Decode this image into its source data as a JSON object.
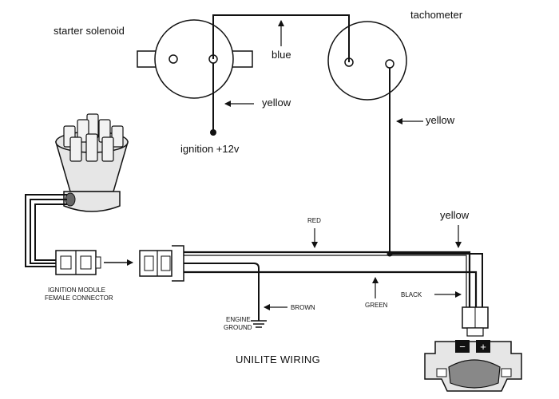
{
  "title": "UNILITE WIRING",
  "colors": {
    "ink": "#111111",
    "background": "#ffffff",
    "component_fill": "#e6e6e6"
  },
  "components": {
    "starter_solenoid": {
      "label": "starter solenoid"
    },
    "tachometer": {
      "label": "tachometer"
    },
    "ignition_source": {
      "label": "ignition +12v"
    },
    "ignition_module_connector": {
      "label_line1": "IGNITION MODULE",
      "label_line2": "FEMALE CONNECTOR"
    },
    "engine_ground": {
      "label_line1": "ENGINE",
      "label_line2": "GROUND"
    },
    "distributor_cap": {
      "icon": "distributor-cap-icon"
    },
    "unilite_module": {
      "icon": "unilite-module-icon",
      "terminal_minus": "−",
      "terminal_plus": "+"
    }
  },
  "wires": {
    "blue_top": "blue",
    "yellow_solenoid": "yellow",
    "yellow_tach": "yellow",
    "yellow_right": "yellow",
    "red": "RED",
    "brown": "BROWN",
    "green": "GREEN",
    "black": "BLACK"
  }
}
